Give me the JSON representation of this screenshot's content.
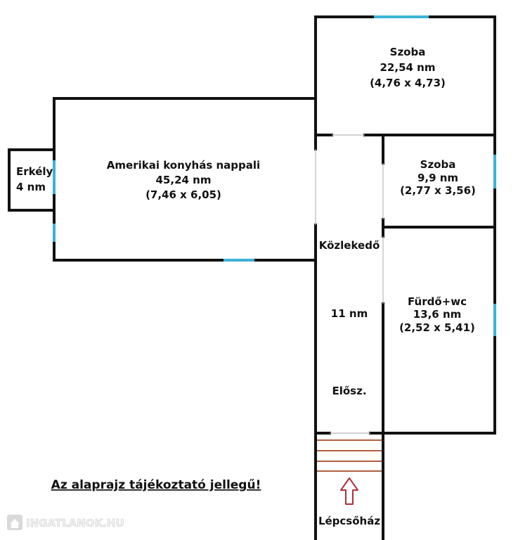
{
  "rooms": {
    "szoba1": {
      "name": "Szoba",
      "area": "22,54 nm",
      "dims": "(4,76 x 4,73)"
    },
    "nappali": {
      "name": "Amerikai konyhás nappali",
      "area": "45,24 nm",
      "dims": "(7,46 x 6,05)"
    },
    "erkely": {
      "name": "Erkély",
      "area": "4 nm"
    },
    "szoba2": {
      "name": "Szoba",
      "area": "9,9 nm",
      "dims": "(2,77 x 3,56)"
    },
    "kozlekedo": {
      "name": "Közlekedő",
      "area": "11 nm",
      "elosz": "Elősz."
    },
    "furdo": {
      "name": "Fürdő+wc",
      "area": "13,6 nm",
      "dims": "(2,52 x 5,41)"
    },
    "lepcsohaz": {
      "name": "Lépcsőház"
    }
  },
  "note": "Az alaprajz tájékoztató jellegű!",
  "watermark": {
    "text": "INGATLANOK.HU"
  },
  "colors": {
    "wall": "#111111",
    "window": "#3bb3d6",
    "stair_arrow": "#b0303a",
    "stair_lines": "#b0603f"
  }
}
